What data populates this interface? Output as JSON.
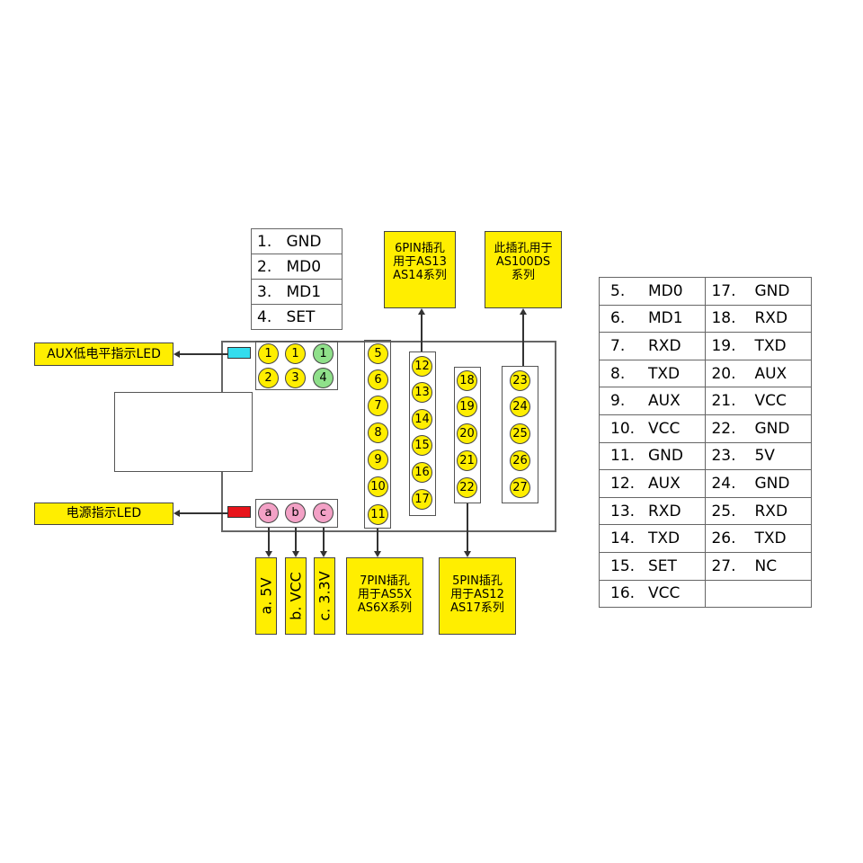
{
  "top_legend": [
    {
      "num": "1.",
      "name": "GND"
    },
    {
      "num": "2.",
      "name": "MD0"
    },
    {
      "num": "3.",
      "name": "MD1"
    },
    {
      "num": "4.",
      "name": "SET"
    }
  ],
  "labels": {
    "aux_led": "AUX低电平指示LED",
    "power_led": "电源指示LED",
    "six_pin": [
      "6PIN插孔",
      "用于AS13",
      "AS14系列"
    ],
    "as100ds": [
      "此插孔用于",
      "AS100DS",
      "系列"
    ],
    "seven_pin": [
      "7PIN插孔",
      "用于AS5X",
      "AS6X系列"
    ],
    "five_pin": [
      "5PIN插孔",
      "用于AS12",
      "AS17系列"
    ],
    "power_a": "a. 5V",
    "power_b": "b. VCC",
    "power_c": "c. 3.3V"
  },
  "header_pins": {
    "row1": [
      "1",
      "1",
      "1"
    ],
    "row2": [
      "2",
      "3",
      "4"
    ],
    "power": [
      "a",
      "b",
      "c"
    ]
  },
  "col7": [
    "5",
    "6",
    "7",
    "8",
    "9",
    "10",
    "11"
  ],
  "col6": [
    "12",
    "13",
    "14",
    "15",
    "16",
    "17"
  ],
  "col5": [
    "18",
    "19",
    "20",
    "21",
    "22"
  ],
  "col_ds": [
    "23",
    "24",
    "25",
    "26",
    "27"
  ],
  "right_legend": [
    [
      {
        "num": "5.",
        "name": "MD0"
      },
      {
        "num": "17.",
        "name": "GND"
      }
    ],
    [
      {
        "num": "6.",
        "name": "MD1"
      },
      {
        "num": "18.",
        "name": "RXD"
      }
    ],
    [
      {
        "num": "7.",
        "name": "RXD"
      },
      {
        "num": "19.",
        "name": "TXD"
      }
    ],
    [
      {
        "num": "8.",
        "name": "TXD"
      },
      {
        "num": "20.",
        "name": "AUX"
      }
    ],
    [
      {
        "num": "9.",
        "name": "AUX"
      },
      {
        "num": "21.",
        "name": "VCC"
      }
    ],
    [
      {
        "num": "10.",
        "name": "VCC"
      },
      {
        "num": "22.",
        "name": "GND"
      }
    ],
    [
      {
        "num": "11.",
        "name": "GND"
      },
      {
        "num": "23.",
        "name": "5V"
      }
    ],
    [
      {
        "num": "12.",
        "name": "AUX"
      },
      {
        "num": "24.",
        "name": "GND"
      }
    ],
    [
      {
        "num": "13.",
        "name": "RXD"
      },
      {
        "num": "25.",
        "name": "RXD"
      }
    ],
    [
      {
        "num": "14.",
        "name": "TXD"
      },
      {
        "num": "26.",
        "name": "TXD"
      }
    ],
    [
      {
        "num": "15.",
        "name": "SET"
      },
      {
        "num": "27.",
        "name": "NC"
      }
    ],
    [
      {
        "num": "16.",
        "name": "VCC"
      },
      {
        "num": "",
        "name": ""
      }
    ]
  ],
  "colors": {
    "yellow": "#ffee00",
    "green_pin": "#8fe08a",
    "pink_pin": "#f3a1c6",
    "aux_led": "#33ddee",
    "power_led": "#e8141b"
  }
}
